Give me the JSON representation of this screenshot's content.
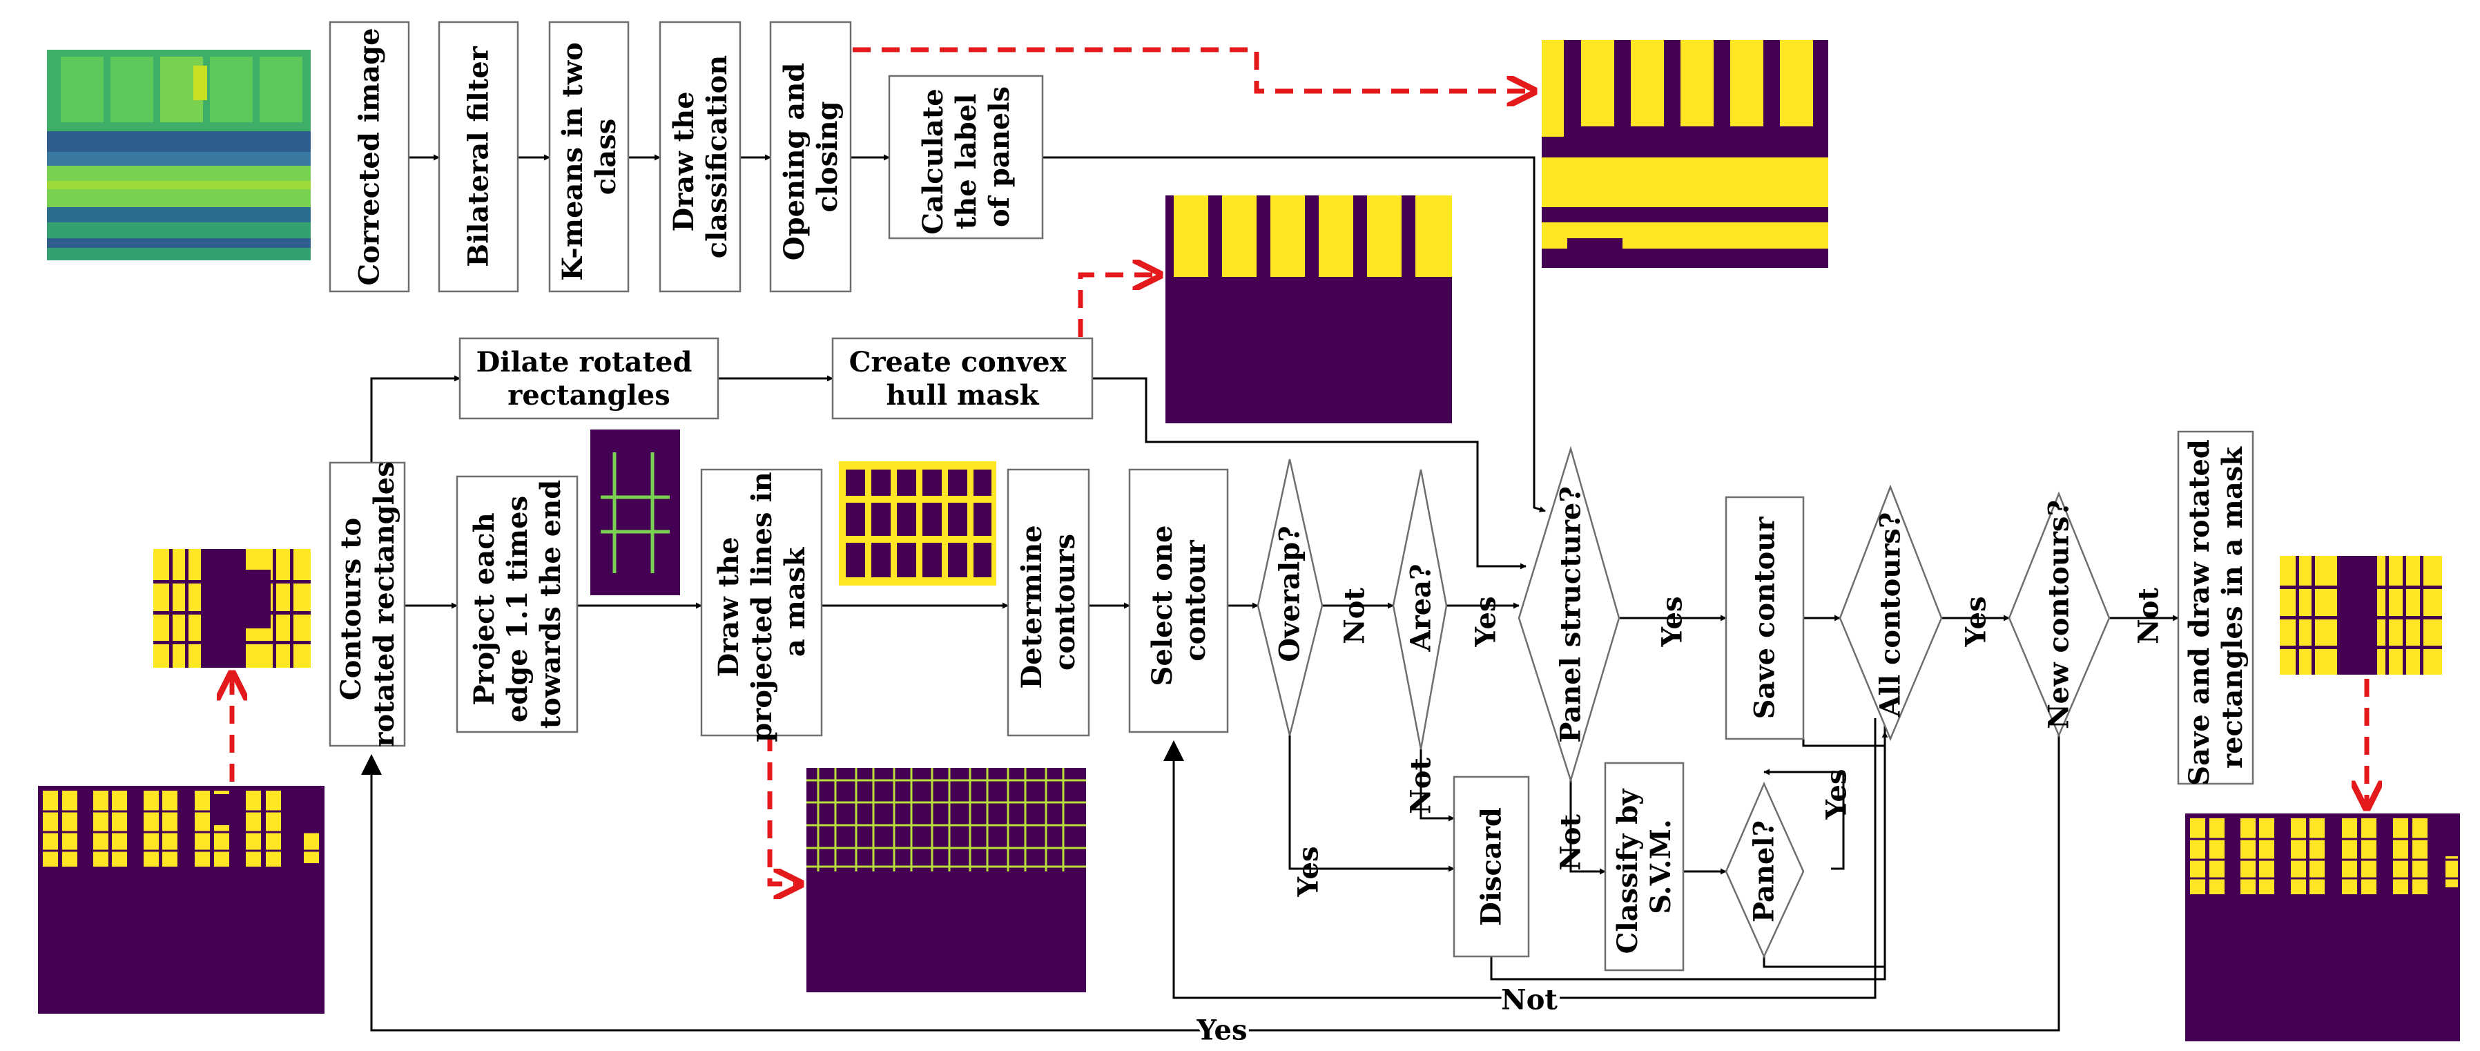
{
  "colors": {
    "mask_background": "#440154",
    "mask_foreground": "#fde725",
    "line_green": "#7ad151",
    "annotation_arrow": "#e3191c"
  },
  "nodes": {
    "corrected_image": "Corrected image",
    "bilateral_filter": "Bilateral filter",
    "kmeans": [
      "K-means in two",
      "class"
    ],
    "draw_classification": [
      "Draw the",
      "classification"
    ],
    "opening_closing": [
      "Opening and",
      "closing"
    ],
    "calc_label": [
      "Calculate",
      "the label",
      "of panels"
    ],
    "dilate": [
      "Dilate rotated",
      "rectangles"
    ],
    "convex_hull": [
      "Create convex",
      "hull mask"
    ],
    "contours_to_rect": [
      "Contours to",
      "rotated rectangles"
    ],
    "project_edge": [
      "Project each",
      "edge 1.1 times",
      "towards the end"
    ],
    "draw_projected": [
      "Draw the",
      "projected lines in",
      "a mask"
    ],
    "determine_contours": [
      "Determine",
      "contours"
    ],
    "select_contour": [
      "Select one",
      "contour"
    ],
    "overlap": "Overalp?",
    "area": "Area?",
    "panel_structure": "Panel structure?",
    "save_contour": "Save contour",
    "all_contours": "All contours?",
    "new_contours": "New contours?",
    "save_draw": [
      "Save and draw rotated",
      "rectangles in a mask"
    ],
    "discard": "Discard",
    "classify_svm": [
      "Classify by",
      "S.V.M."
    ],
    "panel": "Panel?"
  },
  "edge_labels": {
    "overlap_area": "Not",
    "area_panel": "Yes",
    "panel_save": "Yes",
    "all_new": "Yes",
    "new_save": "Not",
    "area_discard": "Not",
    "overlap_discard": "Yes",
    "panel_svm": "Not",
    "panelq_save": "Yes",
    "bottom_not": "Not",
    "bottom_yes": "Yes"
  }
}
